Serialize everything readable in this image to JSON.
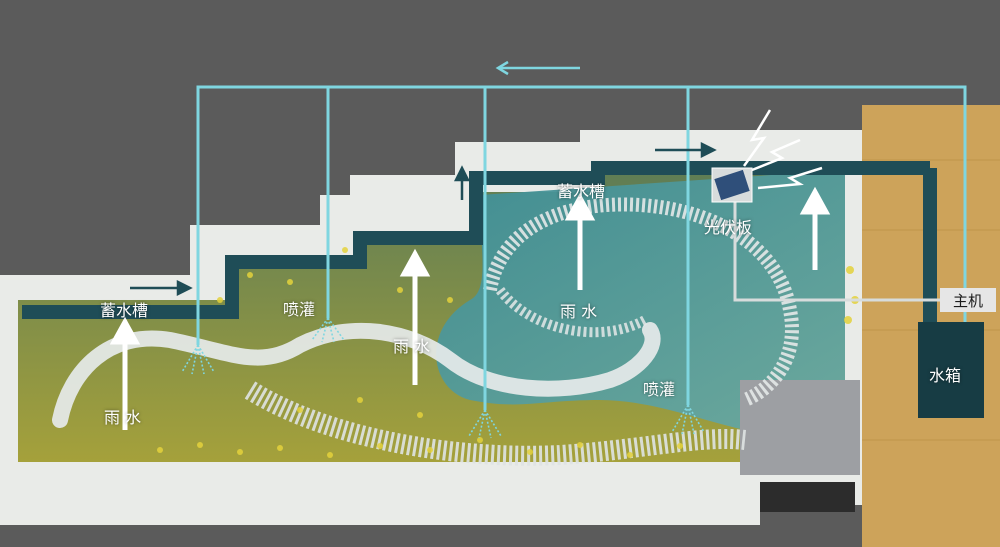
{
  "labels": {
    "storage_tank_left": "蓄水槽",
    "storage_tank_top": "蓄水槽",
    "spray_left": "喷灌",
    "spray_right": "喷灌",
    "rain_left": "雨 水",
    "rain_center": "雨 水",
    "rain_right": "雨 水",
    "solar_panel": "光伏板",
    "host": "主机",
    "water_tank": "水箱"
  },
  "colors": {
    "background": "#5b5b5b",
    "pipe": "#7fd6e0",
    "channel": "#1f4d57",
    "tank": "#173c44",
    "wood": "#cda35a",
    "pond": "#4e9a9a",
    "grass": "#8e9a3a",
    "arrow": "#ffffff"
  },
  "icons": {
    "flow_arrow": "arrow-icon",
    "rain_arrow": "rain-arrow-icon",
    "spray": "sprinkler-icon",
    "lightning": "lightning-icon",
    "solar": "solar-panel-icon"
  }
}
